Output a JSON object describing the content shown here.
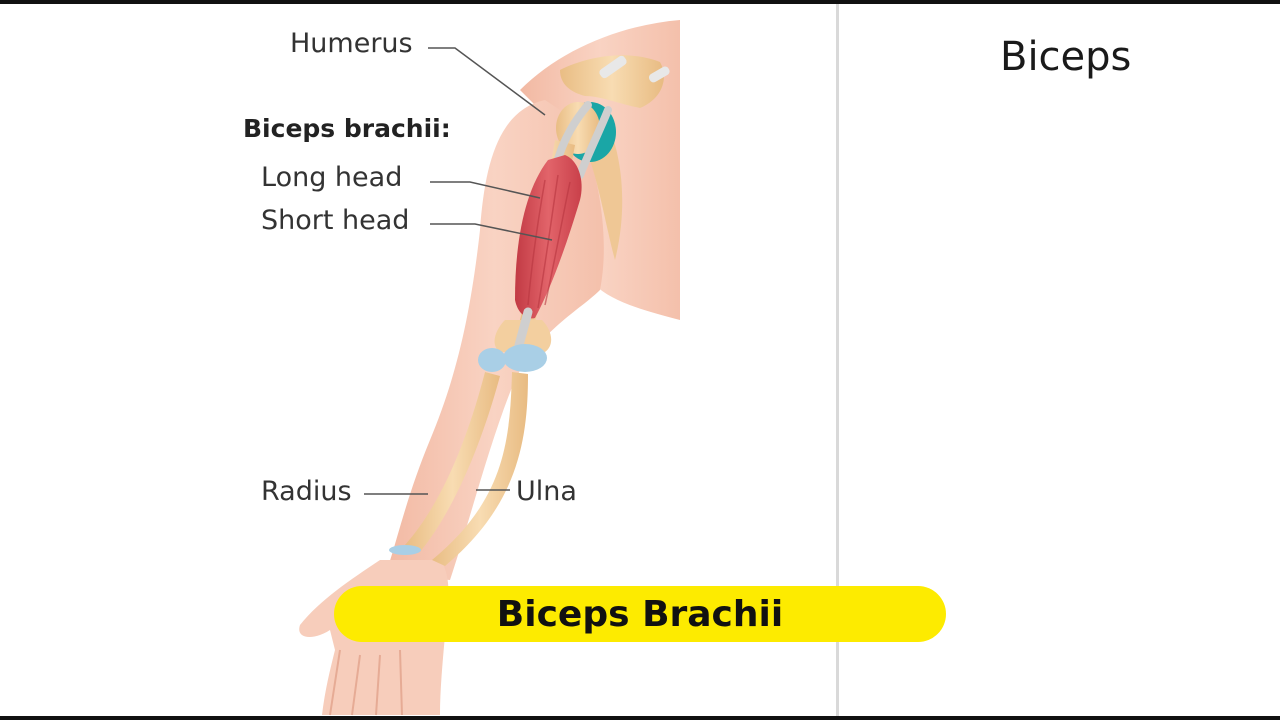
{
  "diagram": {
    "labels": {
      "humerus": "Humerus",
      "biceps_brachii": "Biceps brachii:",
      "long_head": "Long head",
      "short_head": "Short head",
      "radius": "Radius",
      "ulna": "Ulna"
    },
    "colors": {
      "skin": "#f6c9b6",
      "bone": "#f3d3a4",
      "muscle": "#d94a52",
      "cartilage": "#a9cfe6",
      "banner": "#fdeb00"
    }
  },
  "side_panel": {
    "heading": "Biceps"
  },
  "caption": {
    "title": "Biceps Brachii"
  }
}
